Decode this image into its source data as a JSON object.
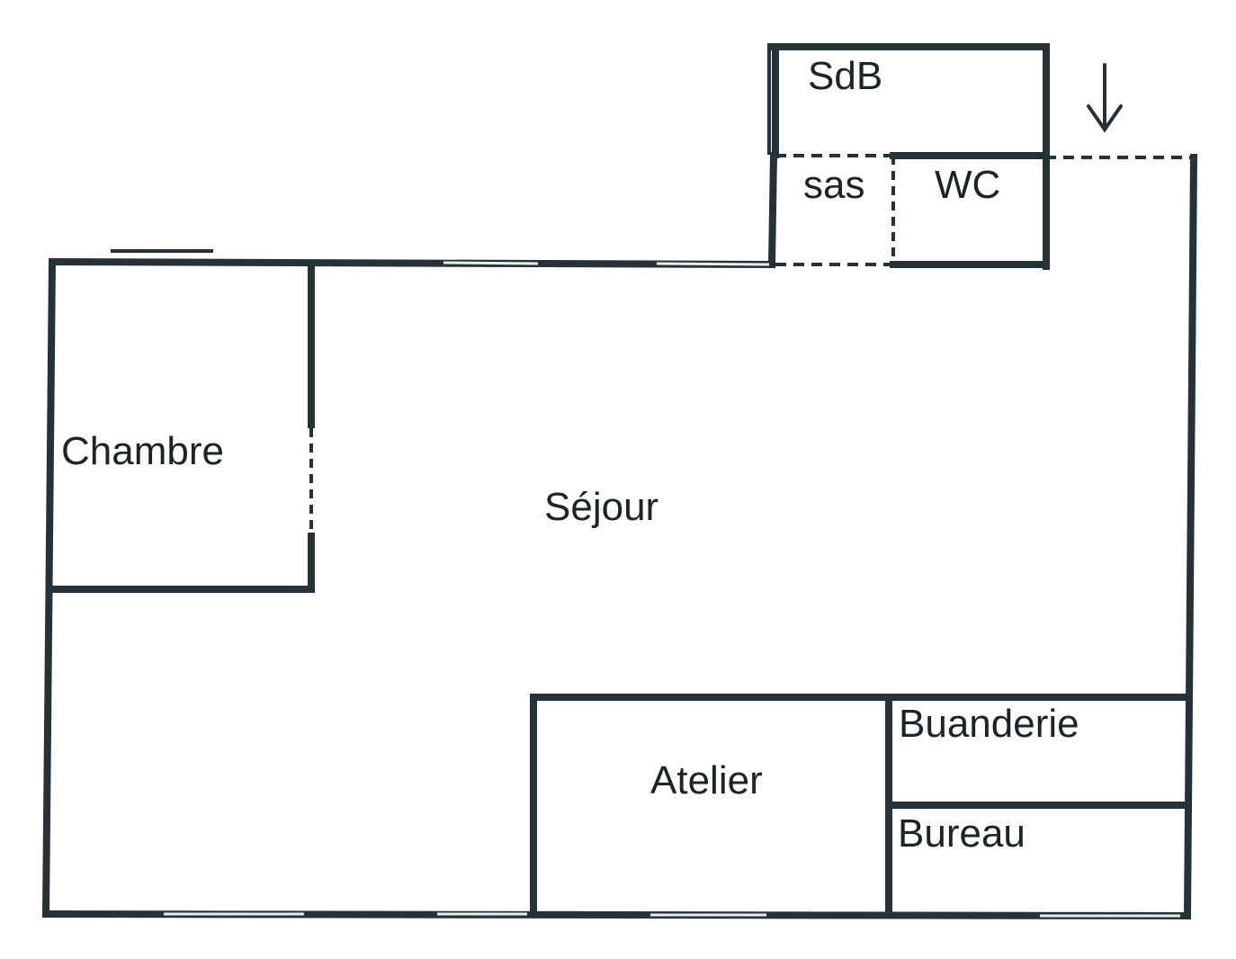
{
  "rooms": {
    "sdb": "SdB",
    "sas": "sas",
    "wc": "WC",
    "chambre": "Chambre",
    "sejour": "Séjour",
    "atelier": "Atelier",
    "buanderie": "Buanderie",
    "bureau": "Bureau"
  },
  "icons": {
    "entrance_arrow": "arrow-down-icon"
  },
  "colors": {
    "wall": "#253238",
    "label": "#1c2428",
    "background": "#ffffff"
  }
}
